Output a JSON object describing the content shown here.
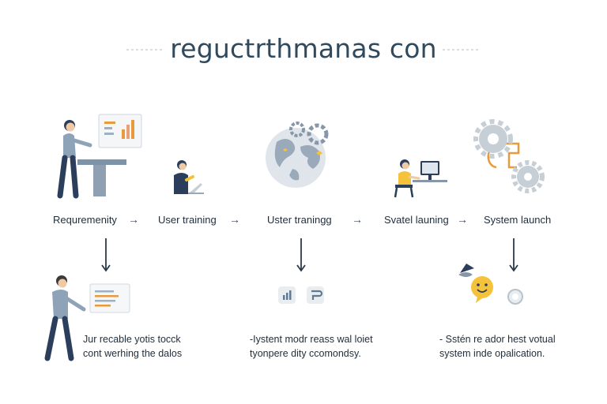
{
  "title": "reguctrthmanas con",
  "colors": {
    "accent_orange": "#e89a3c",
    "accent_yellow": "#f5c33b",
    "navy": "#2b3f5c",
    "gray_blue": "#8797a8",
    "light_gray": "#c7cfd6"
  },
  "steps": [
    {
      "label": "Requremenity",
      "icon": "presenter-board-icon"
    },
    {
      "label": "User training",
      "icon": "person-laptop-icon"
    },
    {
      "label": "Uster traningg",
      "icon": "globe-gears-icon"
    },
    {
      "label": "Svatel launing",
      "icon": "person-desk-computer-icon"
    },
    {
      "label": "System launch",
      "icon": "gears-icon"
    }
  ],
  "flow_arrow_glyph": "→",
  "details": [
    {
      "lines": [
        "Jur recable yotis tocck",
        "cont werhing the dalos"
      ],
      "icon": "presenter-chart-icon"
    },
    {
      "lines": [
        "-Iystent modr reass wal loiet",
        "tyonpere dity ccomondsy."
      ],
      "icon": "chart-and-chat-icons"
    },
    {
      "lines": [
        "- Sstén re ador hest votual",
        "system inde opalication."
      ],
      "icon": "smiley-chat-icon"
    }
  ]
}
